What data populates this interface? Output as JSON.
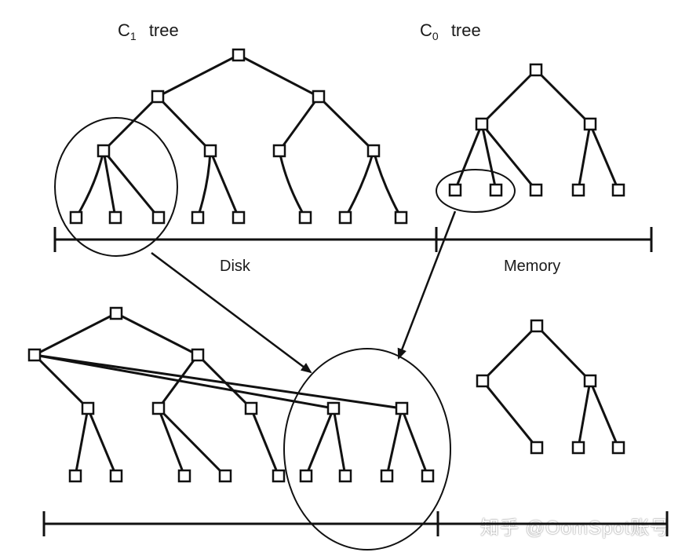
{
  "labels": {
    "c1_tree": {
      "main": "C",
      "sub": "1",
      "suffix": "tree"
    },
    "c0_tree": {
      "main": "C",
      "sub": "0",
      "suffix": "tree"
    },
    "disk": "Disk",
    "memory": "Memory"
  },
  "watermark": "知乎 @OomSpot账号",
  "colors": {
    "line": "#111111",
    "background": "#ffffff"
  }
}
